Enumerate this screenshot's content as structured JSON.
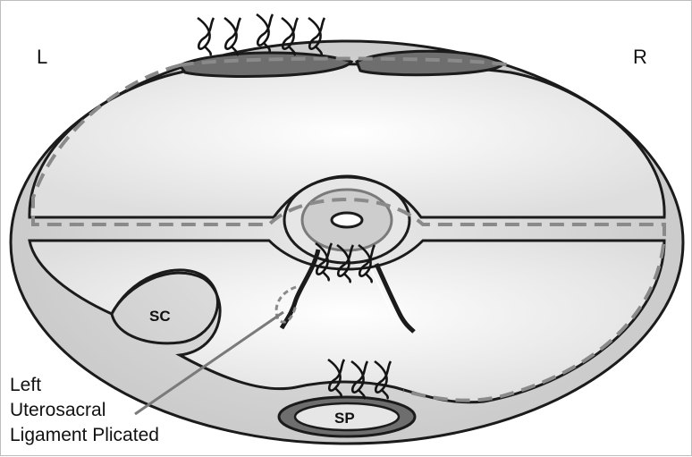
{
  "labels": {
    "left_side": "L",
    "right_side": "R",
    "sc": "SC",
    "sp": "SP",
    "callout_line1": "Left",
    "callout_line2": "Uterosacral",
    "callout_line3": "Ligament Plicated"
  },
  "icons": {
    "suture": "suture-icon"
  },
  "colors": {
    "outline": "#1b1b1b",
    "dashed_line": "#8a8a8a",
    "outer_fill": "#d2d2d2",
    "inner_fill": "#eeeeee",
    "dark_fill": "#6e6e6e",
    "ring_fill": "#cdcdcd",
    "background": "#ffffff"
  }
}
